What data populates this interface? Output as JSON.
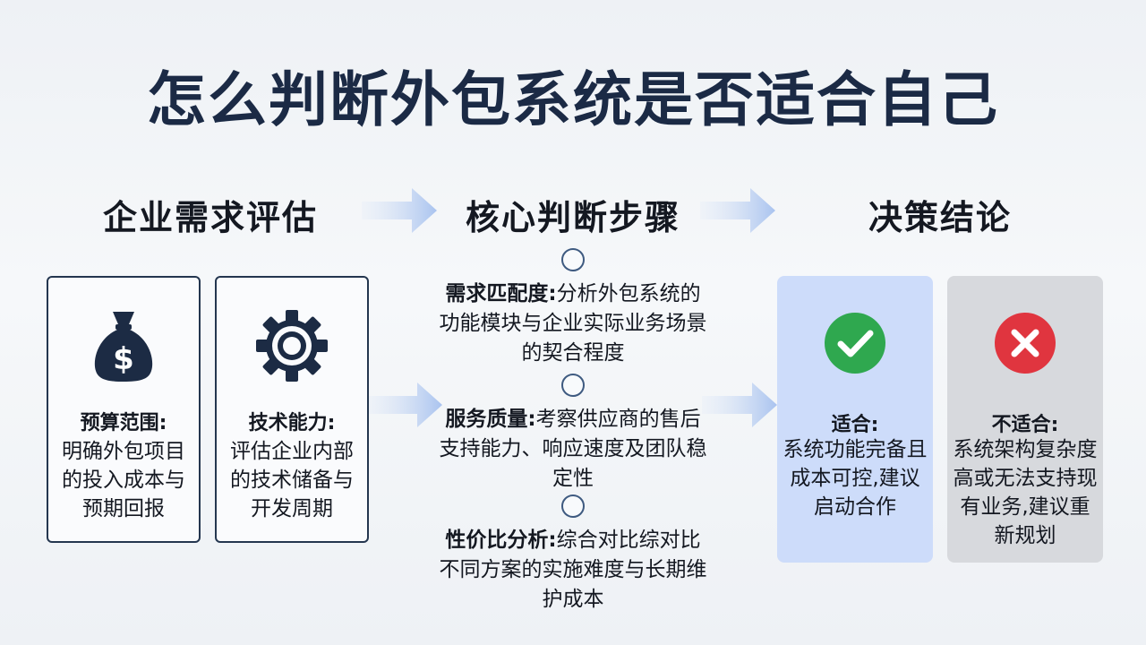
{
  "title": "怎么判断外包系统是否适合自己",
  "columns": {
    "assessment": "企业需求评估",
    "steps": "核心判断步骤",
    "conclusion": "决策结论"
  },
  "cards": {
    "budget": {
      "icon": "money-bag-icon",
      "label": "预算范围:",
      "text": "明确外包项目的投入成本与预期回报"
    },
    "tech": {
      "icon": "gear-icon",
      "label": "技术能力:",
      "text": "评估企业内部的技术储备与开发周期"
    }
  },
  "steps": [
    {
      "label": "需求匹配度:",
      "text": "分析外包系统的功能模块与企业实际业务场景的契合程度"
    },
    {
      "label": "服务质量:",
      "text": "考察供应商的售后支持能力、响应速度及团队稳定性"
    },
    {
      "label": "性价比分析:",
      "text": "综合对比综对比不同方案的实施难度与长期维护成本"
    }
  ],
  "verdicts": {
    "suitable": {
      "icon": "check-icon",
      "color": "#2fa84f",
      "label": "适合:",
      "text": "系统功能完备且成本可控,建议启动合作"
    },
    "unsuitable": {
      "icon": "cross-icon",
      "color": "#e0353f",
      "label": "不适合:",
      "text": "系统架构复杂度高或无法支持现有业务,建议重新规划"
    }
  },
  "colors": {
    "title": "#1b2a45",
    "card_border": "#24364f",
    "suitable_bg": "#cddcfa",
    "unsuitable_bg": "#d7d9dd",
    "arrow": "#b5cdf3"
  }
}
